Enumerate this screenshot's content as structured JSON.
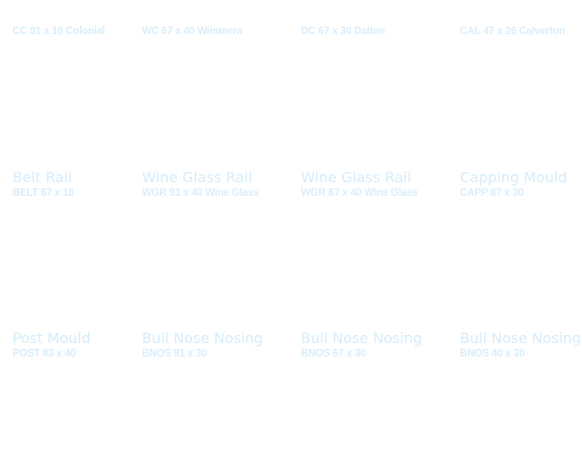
{
  "rows": [
    {
      "tiles": [
        {
          "title": "",
          "code": "CC 91 x 18 Colonial"
        },
        {
          "title": "",
          "code": "WC 67 x 40 Wimmera"
        },
        {
          "title": "",
          "code": "DC 67 x 30 Dalton"
        },
        {
          "title": "",
          "code": "CAL 47 x 26 Calverton"
        }
      ]
    },
    {
      "tiles": [
        {
          "title": "Belt Rail",
          "code": "BELT 67 x 18"
        },
        {
          "title": "Wine Glass Rail",
          "code": "WGR 91 x 40 Wine Glass"
        },
        {
          "title": "Wine Glass Rail",
          "code": "WGR 67 x 40 Wine Glass"
        },
        {
          "title": "Capping Mould",
          "code": "CAPP 87 x 30"
        }
      ]
    },
    {
      "tiles": [
        {
          "title": "Post Mould",
          "code": "POST 83 x 40"
        },
        {
          "title": "Bull Nose Nosing",
          "code": "BNOS 91 x 30"
        },
        {
          "title": "Bull Nose Nosing",
          "code": "BNOS 67 x 30"
        },
        {
          "title": "Bull Nose Nosing",
          "code": "BNOS 40 x 30"
        }
      ]
    }
  ]
}
